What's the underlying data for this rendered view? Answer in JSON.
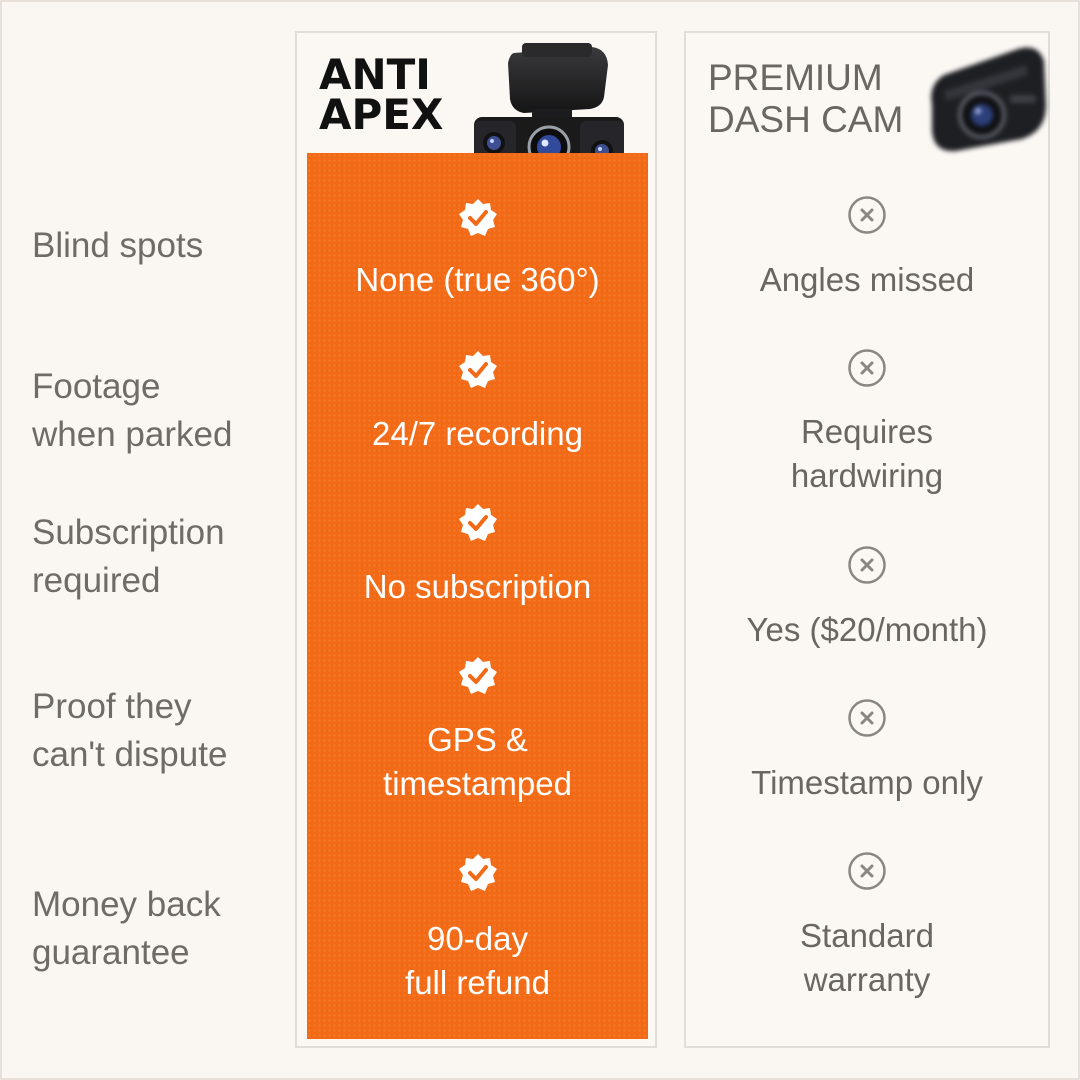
{
  "brand": {
    "title": "ANTI\nAPEX",
    "accent_color": "#f26a16"
  },
  "competitor": {
    "title": "PREMIUM\nDASH CAM"
  },
  "rows": [
    {
      "label": "Blind spots",
      "anti_apex": "None (true 360°)",
      "premium": "Angles missed"
    },
    {
      "label": "Footage\nwhen parked",
      "anti_apex": "24/7 recording",
      "premium": "Requires\nhardwiring"
    },
    {
      "label": "Subscription\nrequired",
      "anti_apex": "No subscription",
      "premium": "Yes ($20/month)"
    },
    {
      "label": "Proof they\ncan't dispute",
      "anti_apex": "GPS &\ntimestamped",
      "premium": "Timestamp only"
    },
    {
      "label": "Money back\nguarantee",
      "anti_apex": "90-day\nfull refund",
      "premium": "Standard\nwarranty"
    }
  ],
  "icons": {
    "anti_row_icon": "check-badge-icon",
    "premium_row_icon": "x-circle-icon",
    "anti_product": "three-lens-dash-cam-image",
    "premium_product": "dash-cam-image"
  }
}
